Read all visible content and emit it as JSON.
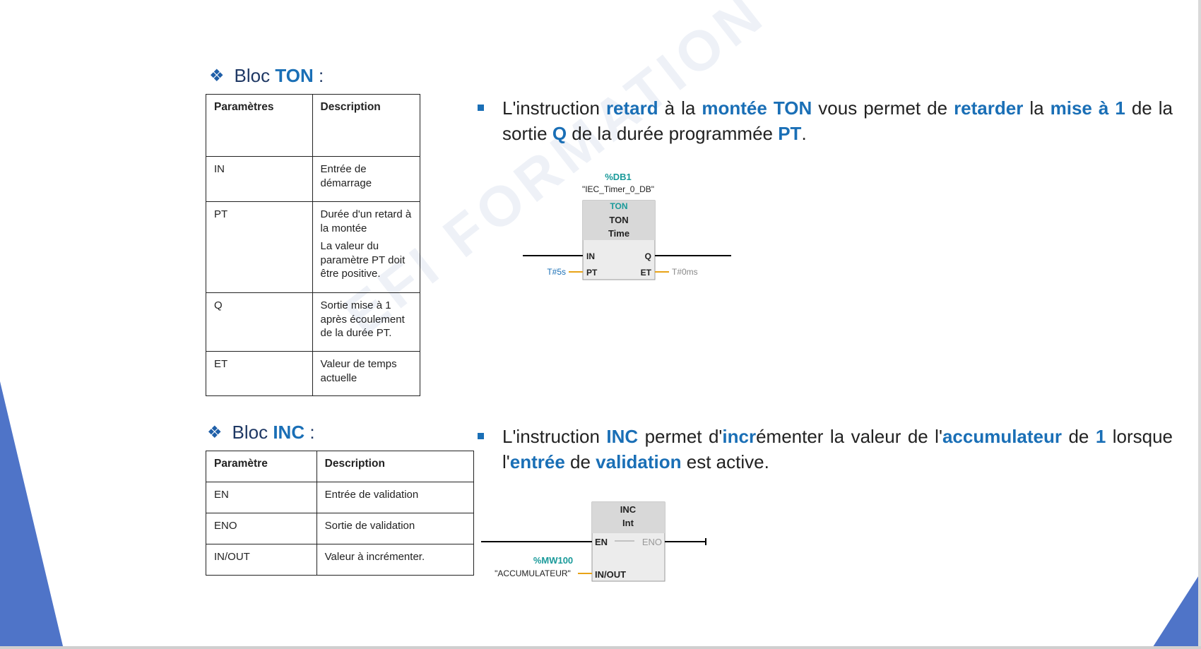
{
  "ton": {
    "heading_prefix": "Bloc ",
    "heading_bold": "TON",
    "heading_suffix": " :",
    "table": {
      "headers": [
        "Paramètres",
        "Description"
      ],
      "rows": [
        {
          "param": "IN",
          "desc": [
            "Entrée de démarrage"
          ]
        },
        {
          "param": "PT",
          "desc": [
            "Durée d'un retard à la montée",
            "La valeur du paramètre PT doit être positive."
          ]
        },
        {
          "param": "Q",
          "desc": [
            "Sortie mise à 1 après écoulement de la durée PT."
          ]
        },
        {
          "param": "ET",
          "desc": [
            "Valeur de temps actuelle"
          ]
        }
      ]
    },
    "bullet": {
      "t1": "L'instruction ",
      "b1": "retard",
      "t2": " à la ",
      "b2": "montée TON",
      "t3": " vous permet de ",
      "b3": "retarder",
      "t4": " la ",
      "b4": "mise à 1",
      "t5": " de la sortie ",
      "b5": "Q",
      "t6": " de la durée programmée ",
      "b6": "PT",
      "t7": "."
    },
    "diagram": {
      "db_address": "%DB1",
      "db_name": "\"IEC_Timer_0_DB\"",
      "block_type": "TON",
      "block_title": "TON",
      "block_subtitle": "Time",
      "pin_in": "IN",
      "pin_q": "Q",
      "pin_pt": "PT",
      "pin_et": "ET",
      "pt_value": "T#5s",
      "et_value": "T#0ms"
    }
  },
  "inc": {
    "heading_prefix": "Bloc ",
    "heading_bold": "INC",
    "heading_suffix": " :",
    "table": {
      "headers": [
        "Paramètre",
        "Description"
      ],
      "rows": [
        {
          "param": "EN",
          "desc": [
            "Entrée de validation"
          ]
        },
        {
          "param": "ENO",
          "desc": [
            "Sortie de validation"
          ]
        },
        {
          "param": "IN/OUT",
          "desc": [
            "Valeur à incrémenter."
          ]
        }
      ]
    },
    "bullet": {
      "t1": "L'instruction ",
      "b1": "INC",
      "t2": " permet d'",
      "b2": "incr",
      "t3": "émenter la valeur de l'",
      "b3": "accumulateur",
      "t4": " de ",
      "b4": "1",
      "t5": " lorsque l'",
      "b5": "entrée",
      "t6": " de ",
      "b6": "validation",
      "t7": " est active."
    },
    "diagram": {
      "block_title": "INC",
      "block_subtitle": "Int",
      "pin_en": "EN",
      "pin_eno": "ENO",
      "pin_inout": "IN/OUT",
      "operand_address": "%MW100",
      "operand_name": "\"ACCUMULATEUR\""
    }
  },
  "watermark": "EFI FORMATION OUEST",
  "colors": {
    "accent": "#1a6fb6",
    "corner": "#4f74c8",
    "wire": "#000000",
    "param_wire": "#e8a317",
    "db_teal": "#1a9a9a"
  }
}
